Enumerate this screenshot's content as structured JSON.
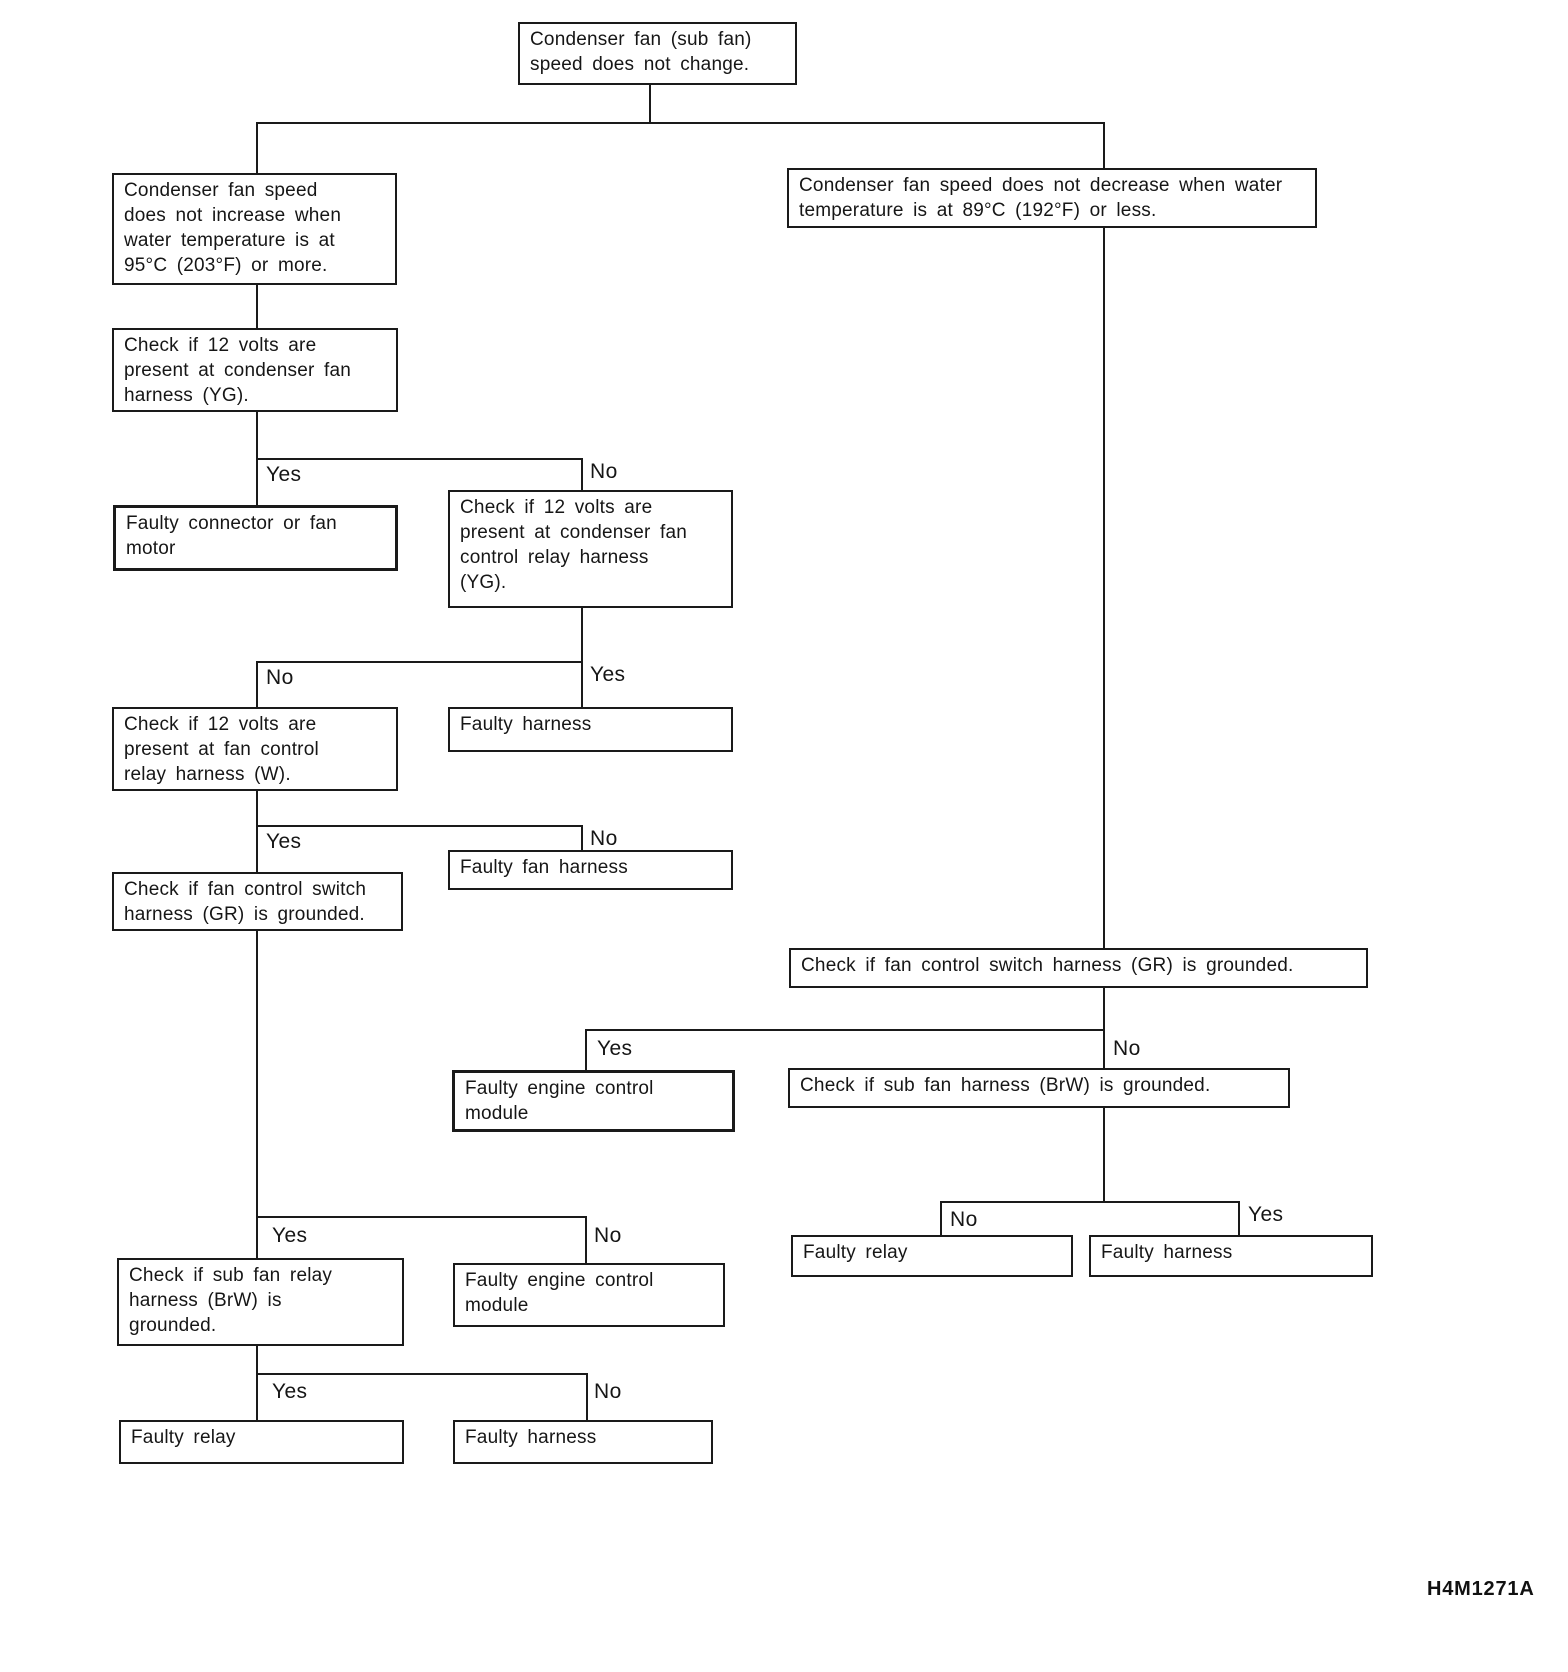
{
  "diagram_title": "Condenser fan troubleshooting flowchart",
  "figure_id": "H4M1271A",
  "colors": {
    "line": "#1a1a1a",
    "background": "#ffffff",
    "text": "#161616"
  },
  "nodes": [
    {
      "id": "root",
      "lines": [
        "Condenser fan (sub fan)",
        "speed does not change."
      ]
    },
    {
      "id": "cond-no-increase",
      "lines": [
        "Condenser fan speed",
        "does not increase when",
        "water temperature is at",
        "95°C (203°F) or more."
      ]
    },
    {
      "id": "cond-no-decrease",
      "lines": [
        "Condenser fan speed does not decrease when water",
        "temperature is at 89°C (192°F) or less."
      ]
    },
    {
      "id": "check-12v-condenser-fan-harness",
      "lines": [
        "Check if 12 volts are",
        "present at condenser fan",
        "harness (YG)."
      ]
    },
    {
      "id": "faulty-connector-or-fan-motor",
      "lines": [
        "Faulty connector or fan",
        "motor"
      ]
    },
    {
      "id": "check-12v-condenser-fan-control-relay-harness",
      "lines": [
        "Check if 12 volts are",
        "present at condenser fan",
        "control relay harness",
        "(YG)."
      ]
    },
    {
      "id": "check-12v-fan-control-relay-harness",
      "lines": [
        "Check if 12 volts are",
        "present at fan control",
        "relay harness (W)."
      ]
    },
    {
      "id": "faulty-harness-mid",
      "lines": [
        "Faulty harness"
      ]
    },
    {
      "id": "check-fan-control-switch-harness-left",
      "lines": [
        "Check if fan control switch",
        "harness (GR) is grounded."
      ]
    },
    {
      "id": "faulty-fan-harness",
      "lines": [
        "Faulty fan harness"
      ]
    },
    {
      "id": "check-fan-control-switch-harness-right",
      "lines": [
        "Check if fan control switch harness (GR) is grounded."
      ]
    },
    {
      "id": "faulty-engine-control-module-upper",
      "lines": [
        "Faulty engine control",
        "module"
      ]
    },
    {
      "id": "check-sub-fan-harness",
      "lines": [
        "Check if sub fan harness (BrW) is grounded."
      ]
    },
    {
      "id": "check-sub-fan-relay-harness",
      "lines": [
        "Check if sub fan relay",
        "harness (BrW) is",
        "grounded."
      ]
    },
    {
      "id": "faulty-engine-control-module-lower",
      "lines": [
        "Faulty engine control",
        "module"
      ]
    },
    {
      "id": "faulty-relay-right",
      "lines": [
        "Faulty relay"
      ]
    },
    {
      "id": "faulty-harness-right",
      "lines": [
        "Faulty harness"
      ]
    },
    {
      "id": "faulty-relay-left",
      "lines": [
        "Faulty relay"
      ]
    },
    {
      "id": "faulty-harness-left",
      "lines": [
        "Faulty harness"
      ]
    }
  ],
  "branch_labels": [
    {
      "id": "split1-yes",
      "text": "Yes"
    },
    {
      "id": "split1-no",
      "text": "No"
    },
    {
      "id": "split2-no",
      "text": "No"
    },
    {
      "id": "split2-yes",
      "text": "Yes"
    },
    {
      "id": "split3-yes",
      "text": "Yes"
    },
    {
      "id": "split3-no",
      "text": "No"
    },
    {
      "id": "split4-yes",
      "text": "Yes"
    },
    {
      "id": "split4-no",
      "text": "No"
    },
    {
      "id": "split5-yes",
      "text": "Yes"
    },
    {
      "id": "split5-no",
      "text": "No"
    },
    {
      "id": "split6-no",
      "text": "No"
    },
    {
      "id": "split6-yes",
      "text": "Yes"
    },
    {
      "id": "split7-yes",
      "text": "Yes"
    },
    {
      "id": "split7-no",
      "text": "No"
    }
  ]
}
